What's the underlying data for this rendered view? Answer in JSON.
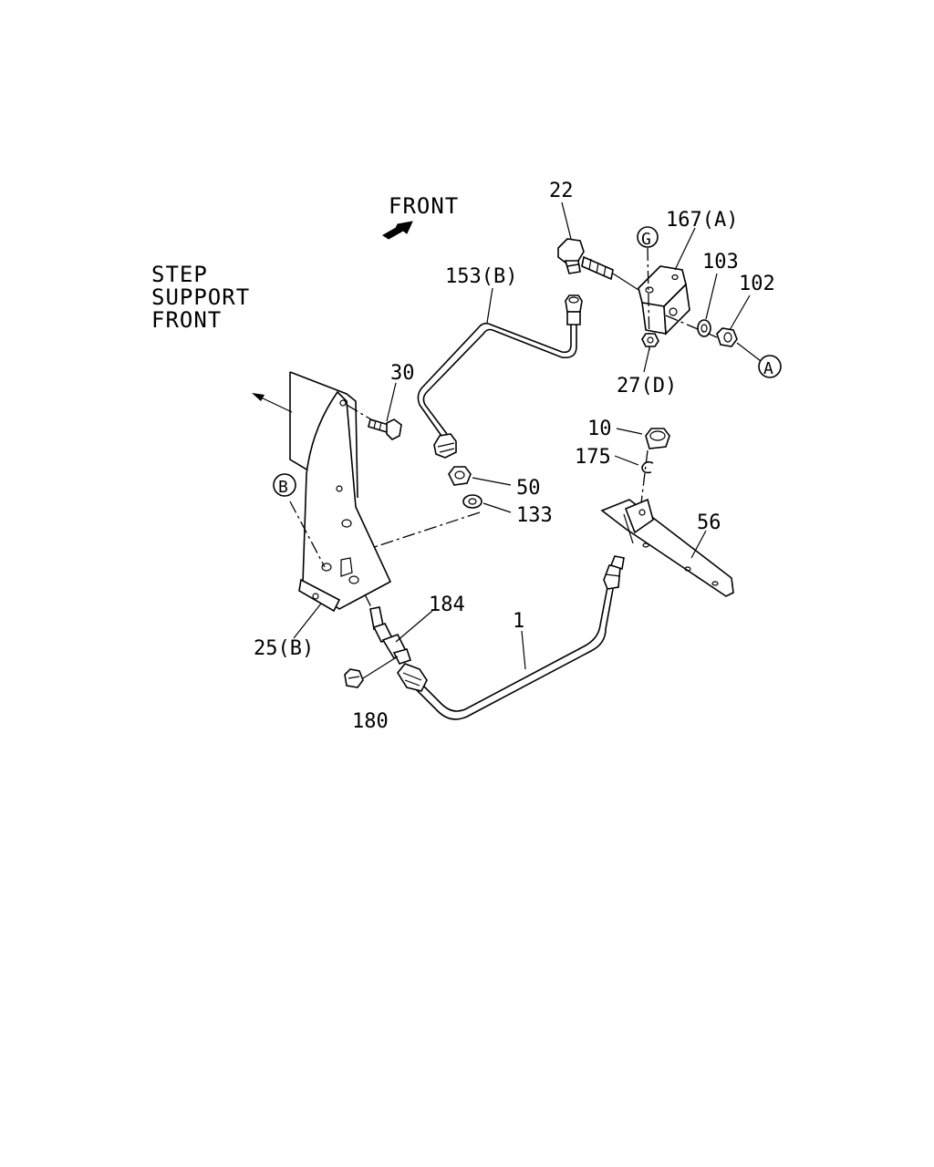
{
  "diagram": {
    "direction_label": "FRONT",
    "step_support_label": [
      "STEP",
      "SUPPORT",
      "FRONT"
    ],
    "callouts": {
      "c22": "22",
      "c167a": "167(A)",
      "c103": "103",
      "c102": "102",
      "c153b": "153(B)",
      "c27d": "27(D)",
      "c30": "30",
      "c10": "10",
      "c175": "175",
      "c50": "50",
      "c133": "133",
      "c56": "56",
      "c184": "184",
      "c1": "1",
      "c25b": "25(B)",
      "c180": "180"
    },
    "circle_refs": {
      "g": "G",
      "a": "A",
      "b": "B"
    }
  }
}
